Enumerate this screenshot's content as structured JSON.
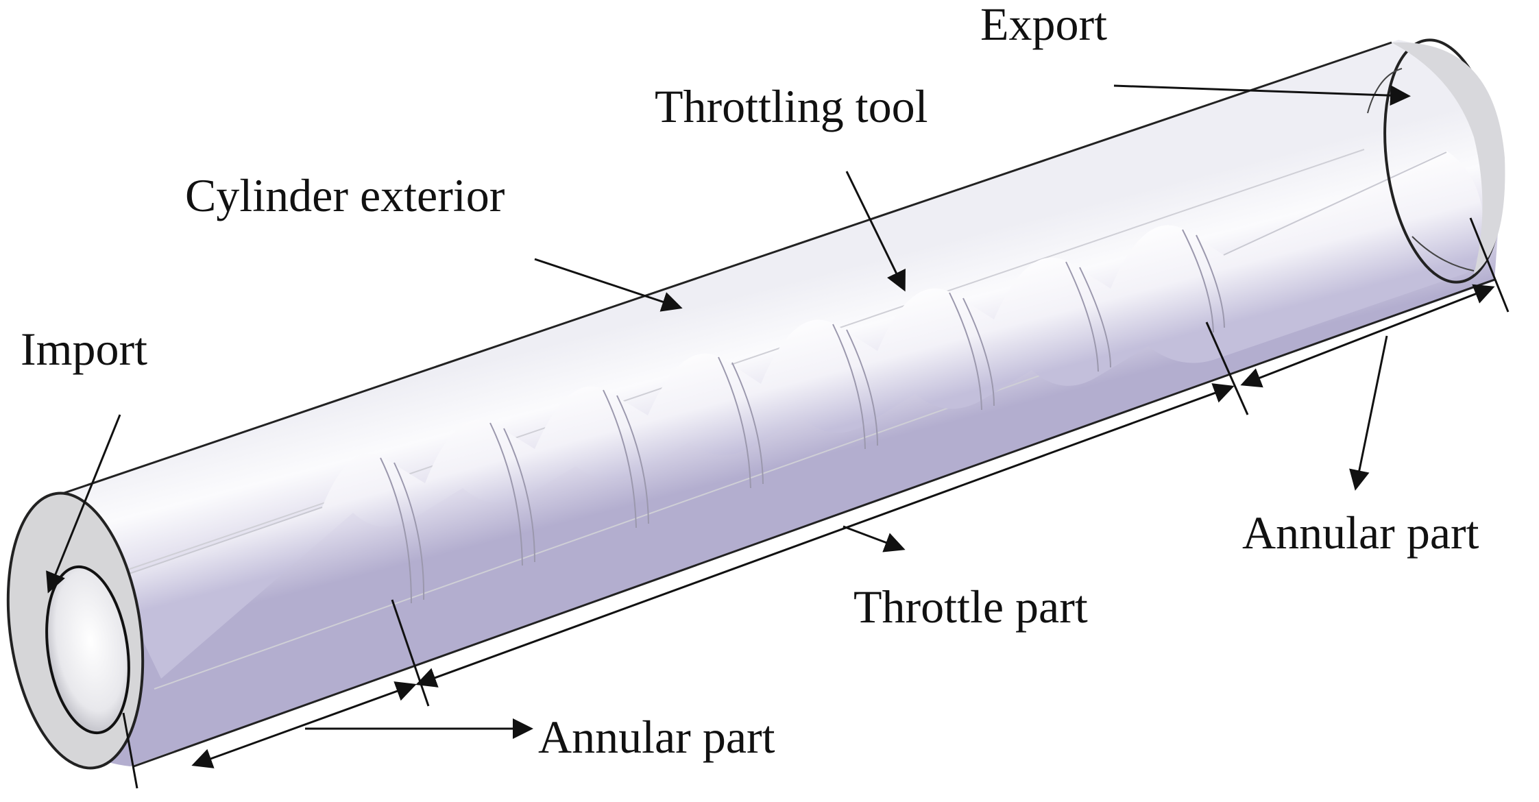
{
  "labels": {
    "export": "Export",
    "throttling_tool": "Throttling tool",
    "cylinder_exterior": "Cylinder exterior",
    "import": "Import",
    "annular_part_right": "Annular part",
    "throttle_part": "Throttle part",
    "annular_part_left": "Annular part"
  },
  "colors": {
    "ink": "#111111",
    "tube_light": "#f7f7fb",
    "tube_shadow": "#b9b5d3",
    "end_face": "#d9d9d9"
  }
}
